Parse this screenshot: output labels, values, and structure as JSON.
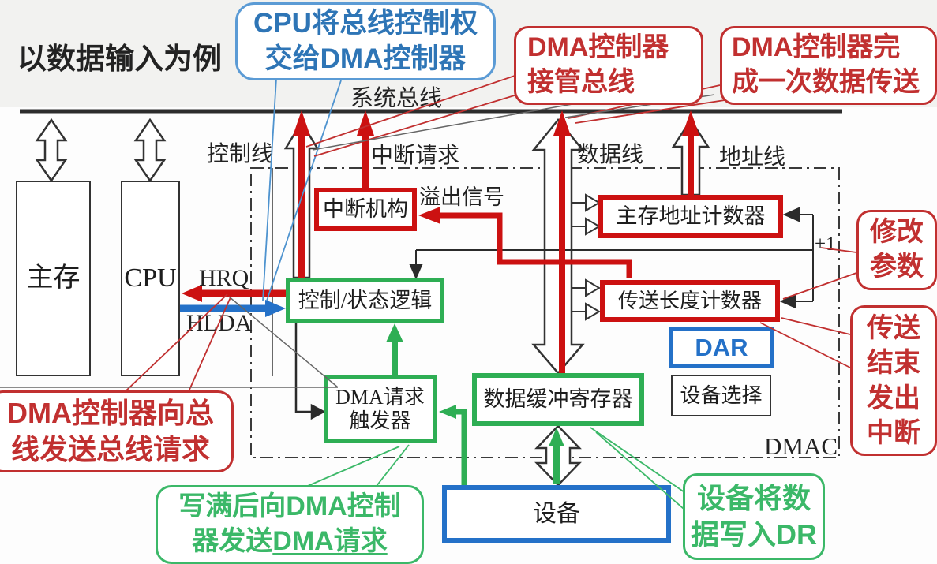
{
  "title": "以数据输入为例",
  "labels": {
    "system_bus": "系统总线",
    "control_line": "控制线",
    "interrupt_request": "中断请求",
    "overflow_signal": "溢出信号",
    "data_line": "数据线",
    "address_line": "地址线",
    "hrq": "HRQ",
    "hlda": "HLDA",
    "plus_one": "+1",
    "dmac": "DMAC"
  },
  "blocks": {
    "main_memory": "主存",
    "cpu": "CPU",
    "interrupt_unit": "中断机构",
    "mem_addr_counter": "主存地址计数器",
    "transfer_len_counter": "传送长度计数器",
    "control_status_logic": "控制/状态逻辑",
    "dma_trigger_line1": "DMA请求",
    "dma_trigger_line2": "触发器",
    "data_buffer_register": "数据缓冲寄存器",
    "dar": "DAR",
    "device_select": "设备选择",
    "device": "设备"
  },
  "callouts": {
    "cpu_grant": {
      "line1": "CPU将总线控制权",
      "line2": "交给DMA控制器"
    },
    "dma_takeover": {
      "line1": "DMA控制器",
      "line2": "接管总线"
    },
    "dma_complete": {
      "line1": "DMA控制器完",
      "line2": "成一次数据传送"
    },
    "modify_params": {
      "line1": "修改",
      "line2": "参数"
    },
    "transfer_end": {
      "line1": "传送",
      "line2": "结束",
      "line3": "发出",
      "line4": "中断"
    },
    "bus_request": {
      "line1": "DMA控制器向总",
      "line2": "线发送总线请求"
    },
    "write_full": {
      "line1": "写满后向DMA控制",
      "line2_prefix": "器发送",
      "line2_underline": "DMA请求"
    },
    "device_write": {
      "line1": "设备将数",
      "line2": "据写入DR"
    }
  },
  "colors": {
    "box_red": "#cc1111",
    "box_green": "#2eae54",
    "box_blue": "#2471c8",
    "callout_red": "#c13030",
    "callout_green": "#3bb868",
    "callout_blue": "#2e75b6",
    "line_black": "#333333"
  }
}
